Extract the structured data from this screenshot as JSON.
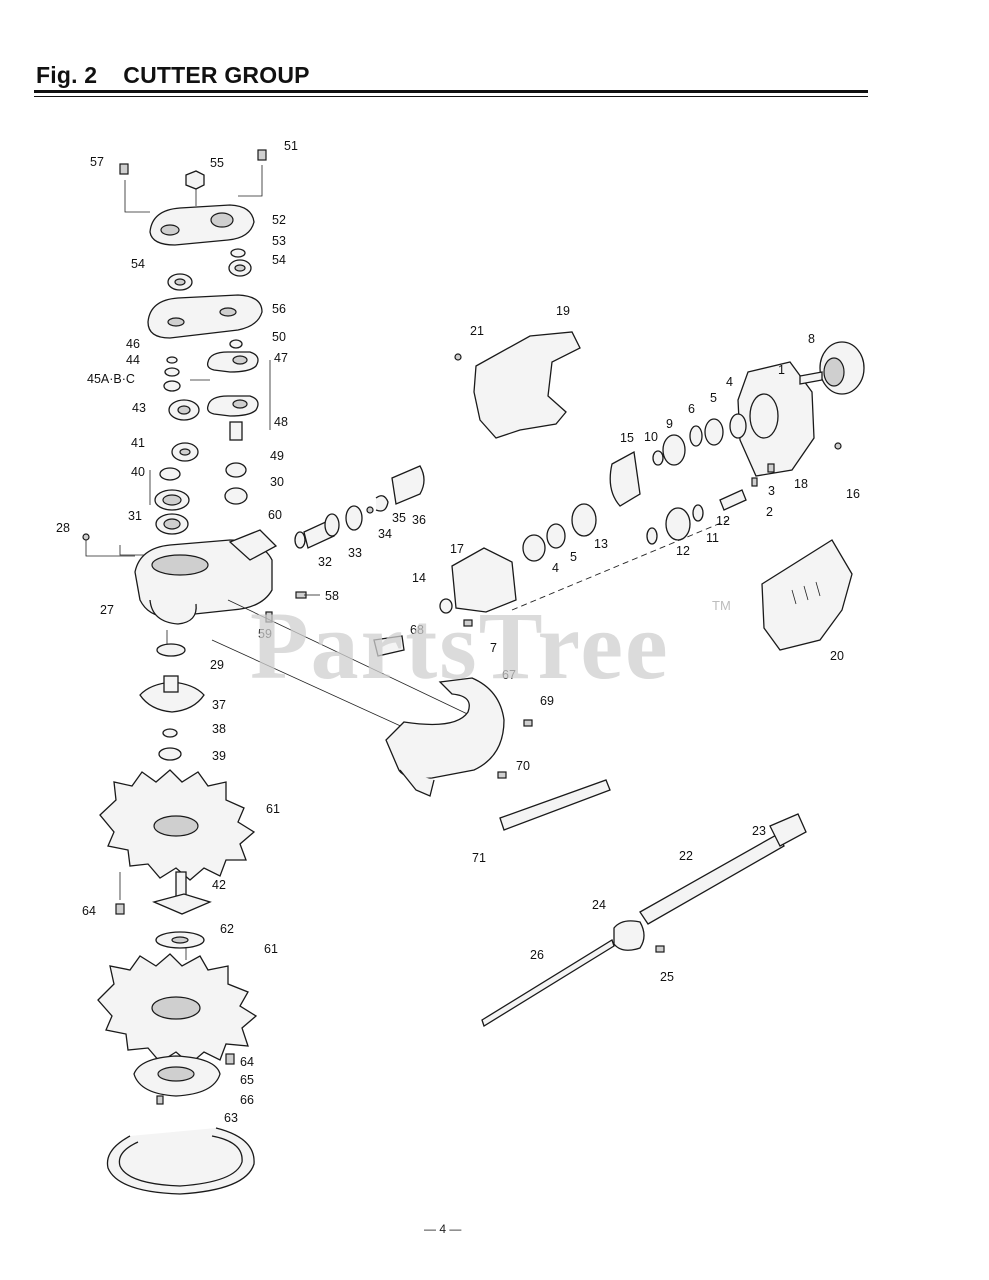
{
  "figure": {
    "number": "Fig. 2",
    "title": "CUTTER GROUP",
    "page_number": "— 4 —",
    "watermark": "PartsTree",
    "trademark": "TM"
  },
  "callouts": [
    "57",
    "55",
    "51",
    "52",
    "53",
    "54",
    "54",
    "56",
    "50",
    "46",
    "47",
    "44",
    "45A·B·C",
    "43",
    "48",
    "41",
    "49",
    "40",
    "30",
    "31",
    "60",
    "28",
    "27",
    "58",
    "59",
    "32",
    "33",
    "34",
    "35",
    "36",
    "29",
    "37",
    "38",
    "39",
    "61",
    "42",
    "64",
    "62",
    "61",
    "64",
    "65",
    "66",
    "63",
    "19",
    "21",
    "8",
    "1",
    "4",
    "5",
    "6",
    "9",
    "10",
    "15",
    "3",
    "18",
    "16",
    "2",
    "12",
    "11",
    "12",
    "13",
    "5",
    "4",
    "17",
    "14",
    "7",
    "20",
    "68",
    "67",
    "69",
    "70",
    "71",
    "23",
    "22",
    "24",
    "25",
    "26"
  ]
}
